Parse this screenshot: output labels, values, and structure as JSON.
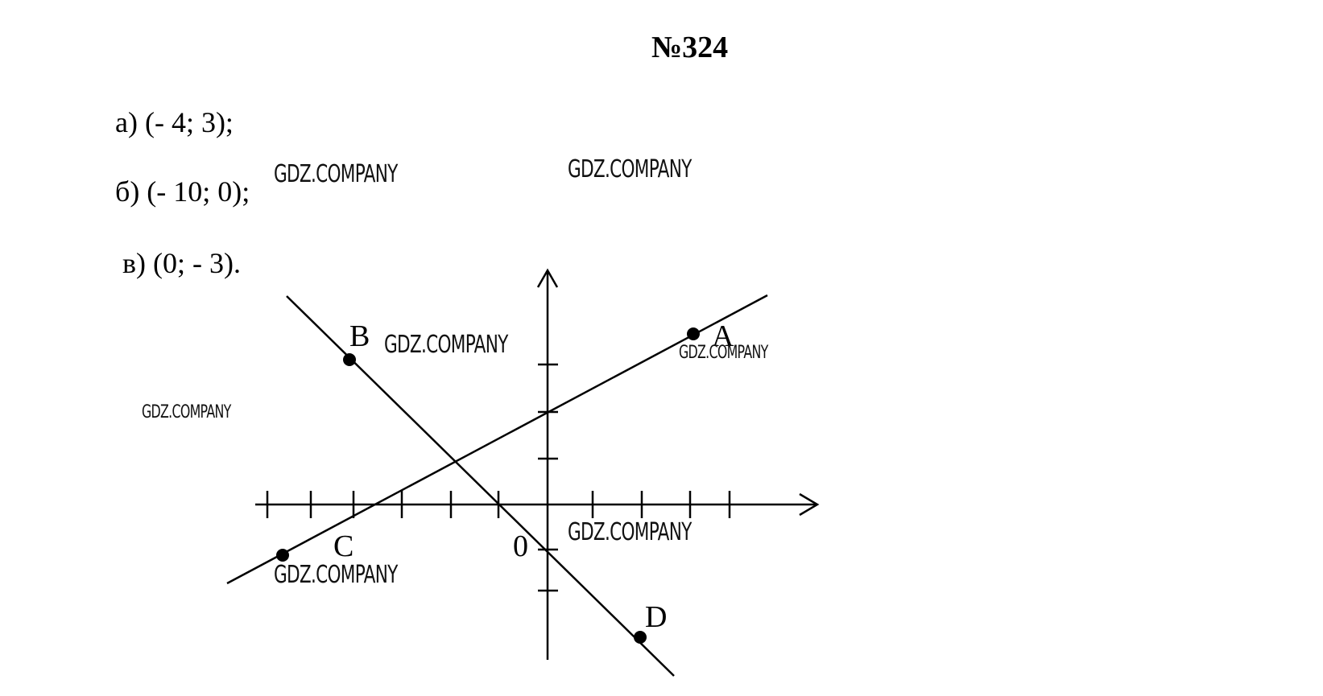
{
  "title": "№324",
  "answers": [
    {
      "text": "а) (- 4; 3);"
    },
    {
      "text": "б) (- 10; 0);"
    },
    {
      "text": "в) (0; - 3)."
    }
  ],
  "watermark": "GDZ.COMPANY",
  "diagram": {
    "origin_label": "0",
    "points": [
      {
        "name": "A"
      },
      {
        "name": "B"
      },
      {
        "name": "C"
      },
      {
        "name": "D"
      }
    ]
  },
  "colors": {
    "ink": "#000000",
    "background": "#ffffff"
  }
}
